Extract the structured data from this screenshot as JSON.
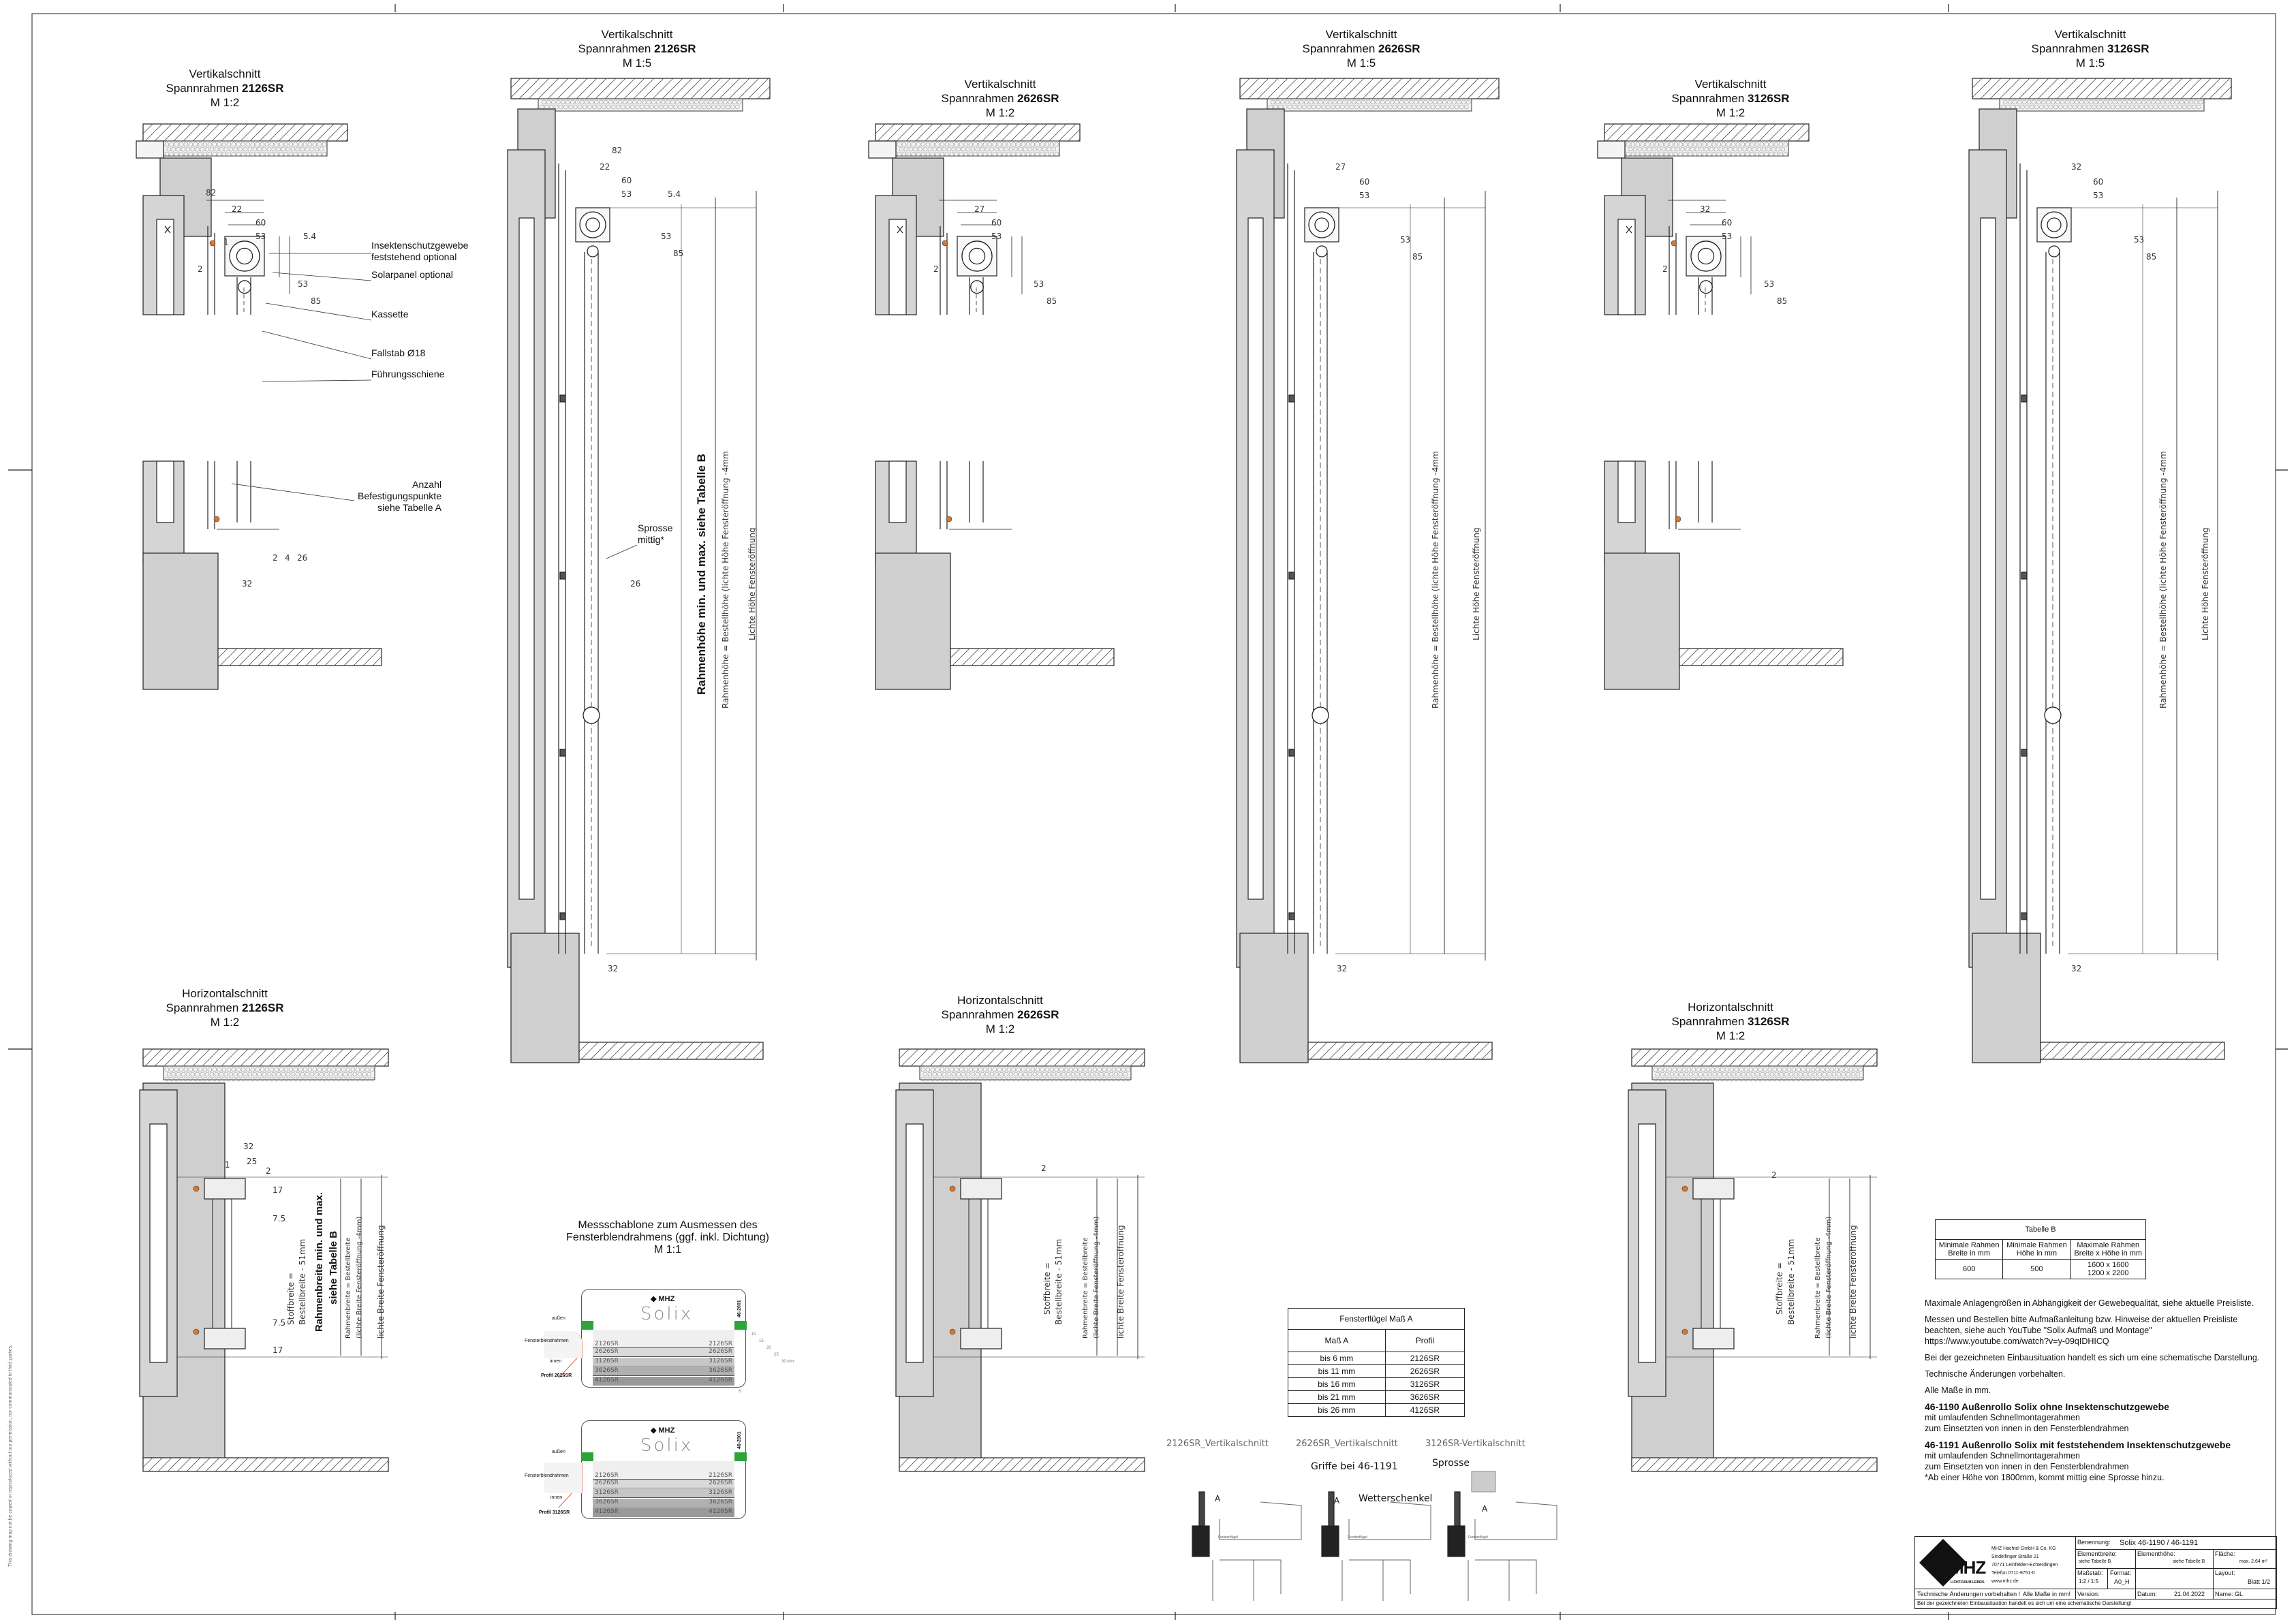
{
  "vertical_small": [
    {
      "title": "Vertikalschnitt",
      "prefix": "Spannrahmen ",
      "profile": "2126SR",
      "scale": "M 1:2",
      "dims": [
        "82",
        "22",
        "60",
        "53",
        "5.4",
        "53",
        "85",
        "1",
        "2"
      ]
    },
    {
      "title": "Vertikalschnitt",
      "prefix": "Spannrahmen ",
      "profile": "2626SR",
      "scale": "M 1:2",
      "dims": [
        "27",
        "60",
        "53",
        "53",
        "85",
        "2"
      ]
    },
    {
      "title": "Vertikalschnitt",
      "prefix": "Spannrahmen ",
      "profile": "3126SR",
      "scale": "M 1:2",
      "dims": [
        "32",
        "60",
        "53",
        "53",
        "85",
        "2"
      ]
    }
  ],
  "vertical_large": [
    {
      "title": "Vertikalschnitt",
      "prefix": "Spannrahmen ",
      "profile": "2126SR",
      "scale": "M 1:5",
      "dims": [
        "82",
        "22",
        "60",
        "53",
        "5.4",
        "53",
        "85",
        "26",
        "32"
      ]
    },
    {
      "title": "Vertikalschnitt",
      "prefix": "Spannrahmen ",
      "profile": "2626SR",
      "scale": "M 1:5",
      "dims": [
        "27",
        "60",
        "53",
        "53",
        "85",
        "32"
      ]
    },
    {
      "title": "Vertikalschnitt",
      "prefix": "Spannrahmen ",
      "profile": "3126SR",
      "scale": "M 1:5",
      "dims": [
        "32",
        "60",
        "53",
        "53",
        "85",
        "32"
      ]
    }
  ],
  "horizontal": [
    {
      "title": "Horizontalschnitt",
      "prefix": "Spannrahmen ",
      "profile": "2126SR",
      "scale": "M 1:2",
      "dims": [
        "32",
        "25",
        "1",
        "2",
        "17",
        "7.5",
        "7.5",
        "17"
      ]
    },
    {
      "title": "Horizontalschnitt",
      "prefix": "Spannrahmen ",
      "profile": "2626SR",
      "scale": "M 1:2",
      "dims": [
        "2"
      ]
    },
    {
      "title": "Horizontalschnitt",
      "prefix": "Spannrahmen ",
      "profile": "3126SR",
      "scale": "M 1:2",
      "dims": [
        "2"
      ]
    }
  ],
  "lower_small_dims": [
    "2",
    "4",
    "26",
    "32"
  ],
  "annotations": {
    "insekt_1": "Insektenschutzgewebe",
    "insekt_2": "feststehend optional",
    "solar": "Solarpanel optional",
    "kassette": "Kassette",
    "fallstab": "Fallstab Ø18",
    "fuehrung": "Führungsschiene",
    "anzahl_1": "Anzahl",
    "anzahl_2": "Befestigungspunkte",
    "anzahl_3": "siehe Tabelle A",
    "sprosse_1": "Sprosse",
    "sprosse_2": "mittig*"
  },
  "vertical_texts": {
    "rahmenhoehe_minmax": "Rahmenhöhe min. und max. siehe Tabelle B",
    "rahmenhoehe": "Rahmenhöhe = Bestellhöhe (lichte Höhe Fensteröffnung -4mm",
    "lichte_hoehe": "Lichte Höhe Fensteröffnung",
    "stoffbreite_1": "Stoffbreite =",
    "stoffbreite_2": "Bestellbreite - 51mm",
    "rahmenbreite_minmax_1": "Rahmenbreite min. und max.",
    "rahmenbreite_minmax_2": "siehe Tabelle B",
    "rahmenbreite_1": "Rahmenbreite = Bestellbreite",
    "rahmenbreite_2": "(lichte Breite Fensteröffnung -4mm)",
    "lichte_breite": "lichte Breite Fensteröffnung"
  },
  "template": {
    "title_1": "Messschablone zum Ausmessen des",
    "title_2": "Fensterblendrahmens (ggf. inkl. Dichtung)",
    "title_3": "M 1:1",
    "brand": "MHZ",
    "product": "Solix",
    "article": "46-2001",
    "aussen": "außen",
    "blendrahmen": "Fensterblendrahmen",
    "innen": "innen",
    "profiles": [
      "2126SR",
      "2626SR",
      "3126SR",
      "3626SR",
      "4126SR"
    ],
    "scale_marks": [
      "10",
      "15",
      "20",
      "25",
      "30 mm",
      "6"
    ],
    "cards": [
      {
        "profil_label": "Profil 2626SR"
      },
      {
        "profil_label": "Profil 3126SR"
      }
    ]
  },
  "table_a": {
    "title": "Fensterflügel Maß A",
    "headers": [
      "Maß A",
      "Profil"
    ],
    "rows": [
      [
        "bis  6 mm",
        "2126SR"
      ],
      [
        "bis 11 mm",
        "2626SR"
      ],
      [
        "bis 16 mm",
        "3126SR"
      ],
      [
        "bis 21 mm",
        "3626SR"
      ],
      [
        "bis 26 mm",
        "4126SR"
      ]
    ]
  },
  "details": {
    "d1": "2126SR_Vertikalschnitt",
    "d2": "2626SR_Vertikalschnitt",
    "d3": "3126SR-Vertikalschnitt",
    "griffe": "Griffe bei 46-1191",
    "wetterschenkel": "Wetterschenkel",
    "sprosse": "Sprosse",
    "a": "A",
    "fluegel": "Fensterflügel"
  },
  "table_b": {
    "title": "Tabelle B",
    "headers": [
      [
        "Minimale Rahmen",
        "Breite in mm"
      ],
      [
        "Minimale Rahmen",
        "Höhe in mm"
      ],
      [
        "Maximale Rahmen",
        "Breite x Höhe in mm"
      ]
    ],
    "row": [
      "600",
      "500",
      "1600 x 1600",
      "1200 x 2200"
    ]
  },
  "notes": {
    "n1": "Maximale Anlagengrößen in Abhängigkeit der Gewebequalität, siehe aktuelle Preisliste.",
    "n2a": "Messen und Bestellen bitte Aufmaßanleitung bzw. Hinweise der aktuellen Preisliste",
    "n2b": "beachten, siehe auch YouTube \"Solix Aufmaß und Montage\"",
    "n2c": "https://www.youtube.com/watch?v=y-09qIDHICQ",
    "n3": "Bei der gezeichneten Einbausituation handelt es sich um eine schematische Darstellung.",
    "n4": "Technische Änderungen vorbehalten.",
    "n5": "Alle Maße in mm.",
    "p1_title": "46-1190 Außenrollo Solix ohne Insektenschutzgewebe",
    "p1_l1": "mit umlaufenden Schnellmontagerahmen",
    "p1_l2": "zum Einsetzten von innen in den Fensterblendrahmen",
    "p2_title": "46-1191 Außenrollo Solix mit feststehendem Insektenschutzgewebe",
    "p2_l1": "mit umlaufenden Schnellmontagerahmen",
    "p2_l2": "zum Einsetzten von innen in den Fensterblendrahmen",
    "p2_l3": "*Ab einer Höhe von 1800mm, kommt mittig eine Sprosse hinzu."
  },
  "title_block": {
    "logo": "MHZ",
    "logo_tagline": "LICHT.RAUM.LEBEN.",
    "company": "MHZ Hachtel GmbH & Co. KG",
    "street": "Sindelfinger Straße 21",
    "city": "70771 Leinfelden-Echterdingen",
    "phone": "Telefon 0711-9751-0",
    "web": "www.mhz.de",
    "benennung_label": "Benennung:",
    "benennung": "Solix 46-1190 / 46-1191",
    "breite_label": "Elementbreite:",
    "breite": "siehe Tabelle B",
    "hoehe_label": "Elementhöhe:",
    "hoehe": "siehe Tabelle B",
    "flaeche_label": "Fläche:",
    "flaeche": "max. 2,64 m²",
    "massstab_label": "Maßstab:",
    "massstab": "1:2 / 1:5",
    "format_label": "Format:",
    "format": "A0_H",
    "layout_label": "Layout:",
    "layout": "Blatt 1/2",
    "aenderungen": "Technische Änderungen vorbehalten !",
    "masse": "Alle Maße in mm!",
    "version_label": "Version:",
    "datum_label": "Datum:",
    "datum": "21.04.2022",
    "name": "Name: GL",
    "footer": "Bei der gezeichneten Einbausituation handelt es sich um eine schematische Darstellung!"
  },
  "margin_note": "This drawing may not be copied or reproduced without our permission, nor communicated to third parties."
}
